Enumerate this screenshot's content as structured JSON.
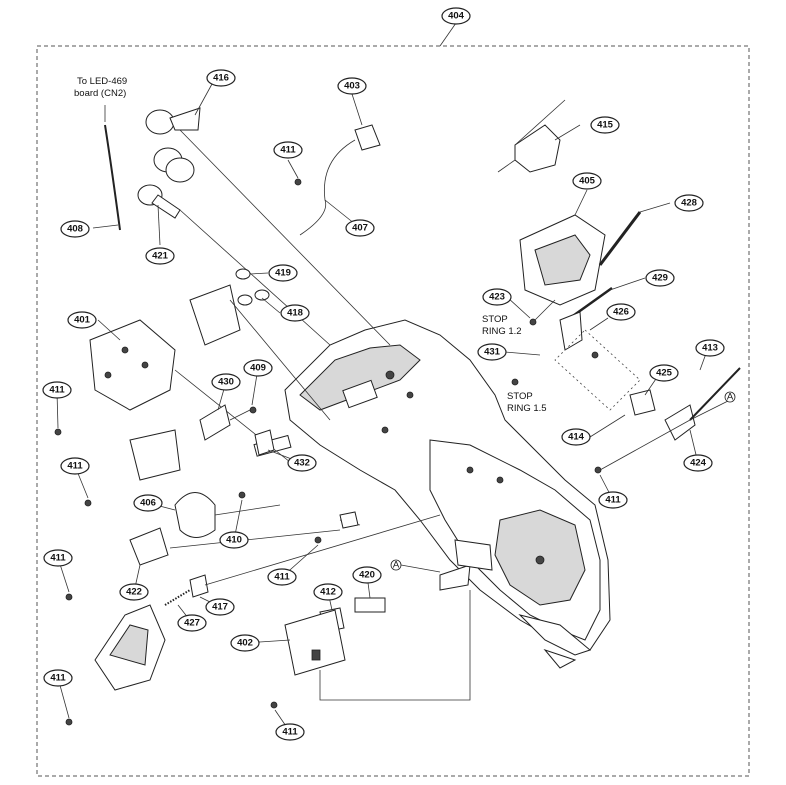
{
  "callouts": {
    "c404": "404",
    "c416": "416",
    "c403": "403",
    "c415": "415",
    "c411_a": "411",
    "c407": "407",
    "c408": "408",
    "c421": "421",
    "c405": "405",
    "c428": "428",
    "c419": "419",
    "c418": "418",
    "c401": "401",
    "c429": "429",
    "c423": "423",
    "c426": "426",
    "c409": "409",
    "c430": "430",
    "c431": "431",
    "c413": "413",
    "c411_b": "411",
    "c425": "425",
    "c414": "414",
    "c432": "432",
    "c424": "424",
    "c411_c": "411",
    "c411_d": "411",
    "c406": "406",
    "c410": "410",
    "c411_e": "411",
    "c411_f": "411",
    "c422": "422",
    "c420": "420",
    "c412": "412",
    "c417": "417",
    "c427": "427",
    "c402": "402",
    "c411_g": "411",
    "c411_h": "411"
  },
  "notes": {
    "to_led_line1": "To LED-469",
    "to_led_line2": "board (CN2)",
    "stop_ring_12_line1": "STOP",
    "stop_ring_12_line2": "RING 1.2",
    "stop_ring_15_line1": "STOP",
    "stop_ring_15_line2": "RING 1.5",
    "ref_a_1": "A",
    "ref_a_2": "A"
  }
}
